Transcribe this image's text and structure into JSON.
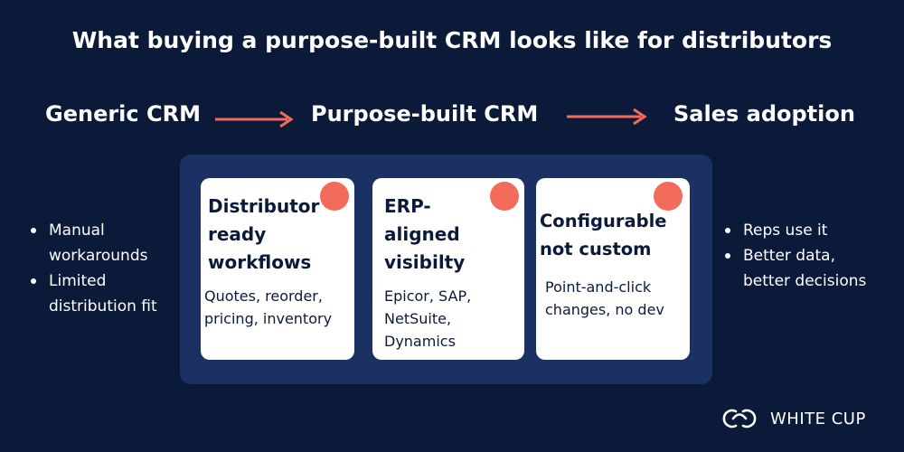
{
  "title": "What buying a purpose-built CRM looks like for distributors",
  "stages": [
    "Generic CRM",
    "Purpose-built CRM",
    "Sales adoption"
  ],
  "left_bullets": [
    "Manual workarounds",
    "Limited distribution fit"
  ],
  "cards": [
    {
      "title": "Distributor ready workflows",
      "body": "Quotes, reorder, pricing, inventory"
    },
    {
      "title": "ERP-aligned visibilty",
      "body": "Epicor, SAP, NetSuite, Dynamics"
    },
    {
      "title": "Configurable not custom",
      "body": "Point-and-click changes, no dev"
    }
  ],
  "right_bullets": [
    "Reps use it",
    "Better data, better decisions"
  ],
  "logo": {
    "text": "WHITE CUP",
    "icon": "white-cup-logo-icon"
  },
  "colors": {
    "background": "#0c1a3a",
    "panel": "#1b3163",
    "accent": "#f26b5b",
    "card": "#ffffff"
  }
}
